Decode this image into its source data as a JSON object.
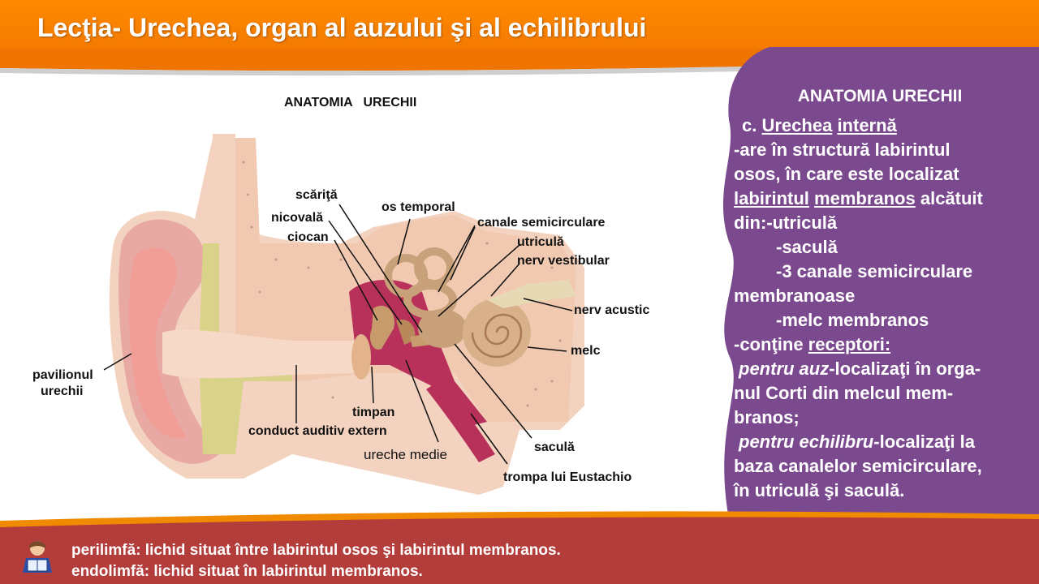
{
  "slide_title": "Lecţia- Urechea, organ al auzului şi al echilibrului",
  "figure": {
    "title": "ANATOMIA   URECHII",
    "labels": {
      "scarita": "scăriţă",
      "nicovala": "nicovală",
      "ciocan": "ciocan",
      "os_temporal": "os temporal",
      "canale": "canale semicirculare",
      "utricula": "utriculă",
      "nerv_vestibular": "nerv vestibular",
      "nerv_acustic": "nerv acustic",
      "melc": "melc",
      "pavilionul": "pavilionul",
      "urechii": "urechii",
      "timpan": "timpan",
      "conduct": "conduct auditiv extern",
      "ureche_medie": "ureche medie",
      "sacula": "saculă",
      "trompa": "trompa lui Eustachio"
    }
  },
  "panel": {
    "heading": "ANATOMIA URECHII",
    "c_prefix": "c. ",
    "urechea": "Urechea",
    "interna": "internă",
    "l1": "-are în structură labirintul",
    "l2": "osos, în care este localizat",
    "labirintul": "labirintul",
    "membranos": "membranos",
    "alcatuit": " alcătuit",
    "l4": " din:-utriculă",
    "l5": "-saculă",
    "l6": "-3 canale semicirculare",
    "l7": "membranoase",
    "l8": "-melc membranos",
    "contine": "-conţine ",
    "receptori": "receptori:",
    "pentru_auz": "pentru auz",
    "auz_rest": "-localizaţi în orga-",
    "l11": "nul Corti din melcul mem-",
    "l12": "branos;",
    "pentru_echilibru": "pentru echilibru",
    "echilibru_rest": "-localizaţi la",
    "l14": "baza canalelor semicirculare,",
    "l15": "în utriculă şi saculă."
  },
  "footer": {
    "line1": "perilimfă: lichid situat între labirintul osos şi labirintul membranos.",
    "line2": "endolimfă: lichid situat în labirintul membranos."
  },
  "colors": {
    "header": "#f07400",
    "panel": "#7b4a8e",
    "footer": "#b33d3a",
    "bone": "#f3d3bf",
    "cartilage": "#d9d38a",
    "ossicles": "#c79b6b"
  }
}
